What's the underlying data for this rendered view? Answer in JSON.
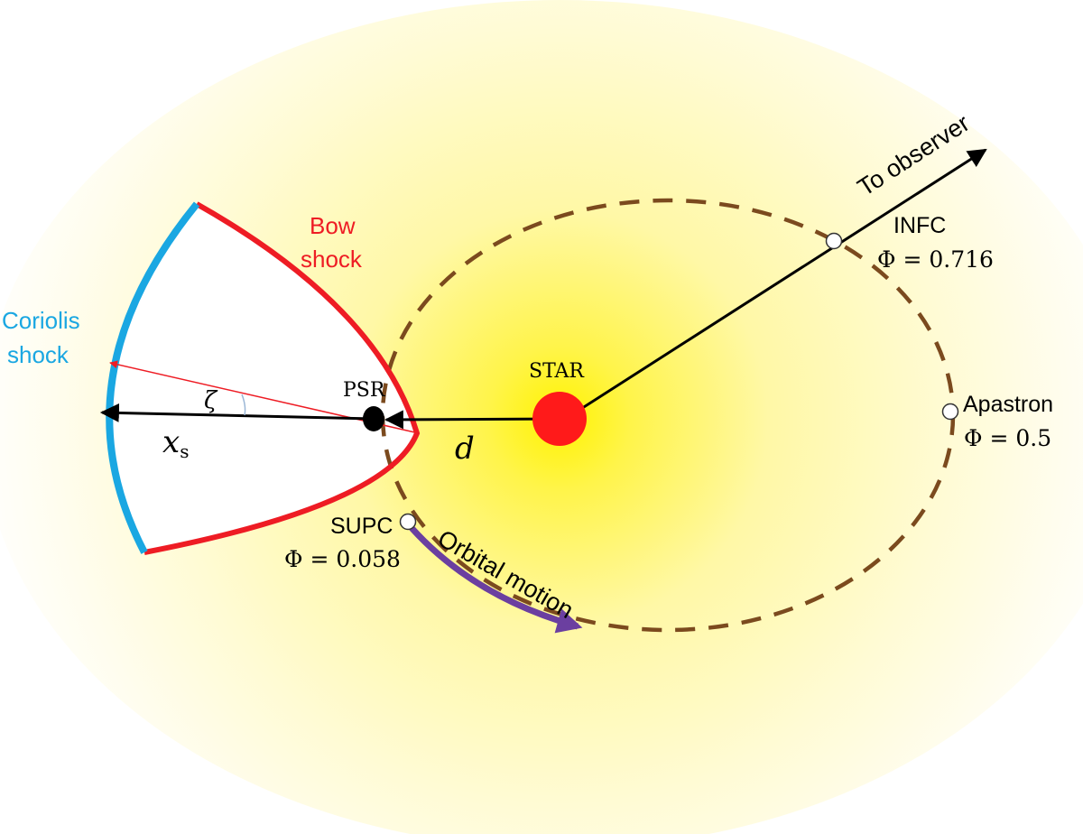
{
  "labels": {
    "bow_shock_line1": "Bow",
    "bow_shock_line2": "shock",
    "coriolis_shock_line1": "Coriolis",
    "coriolis_shock_line2": "shock",
    "psr": "PSR",
    "star": "STAR",
    "to_observer": "To observer",
    "orbital_motion": "Orbital motion",
    "zeta": "ζ",
    "xs_main": "x",
    "xs_sub": "s",
    "d": "d"
  },
  "points": {
    "infc": {
      "name": "INFC",
      "phase": "Φ = 0.716"
    },
    "apastron": {
      "name": "Apastron",
      "phase": "Φ = 0.5"
    },
    "supc": {
      "name": "SUPC",
      "phase": "Φ = 0.058"
    }
  },
  "colors": {
    "bow_shock": "#ee1c24",
    "coriolis_shock": "#1aa7e2",
    "orbit": "#7b4a1e",
    "orbital_arrow": "#6b3fa0",
    "star": "#ff1a1a",
    "glow_center": "#fff200",
    "angle_arc": "#9ab6d6",
    "black": "#000000"
  },
  "icons": {
    "psr": "pulsar-dot-icon",
    "star": "star-disk-icon"
  }
}
